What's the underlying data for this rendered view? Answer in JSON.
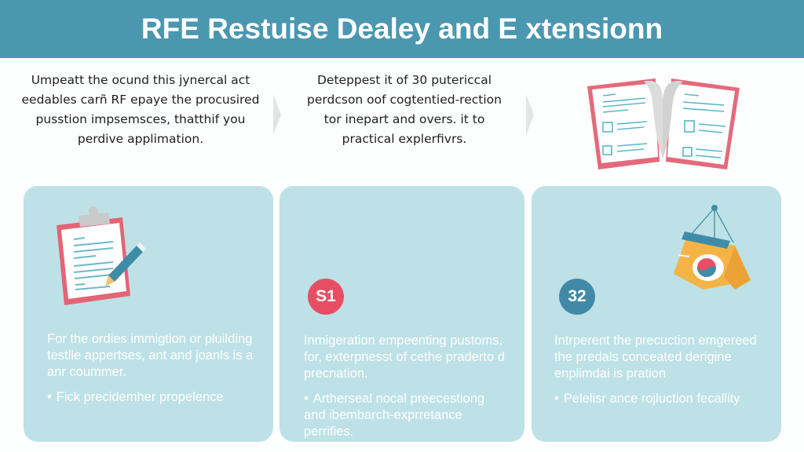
{
  "header": {
    "title": "RFE Restuise Dealey and E xtensionn",
    "background": "#4a97b0"
  },
  "intro": {
    "left_text": "Umpeatt the ocund this jynercal act eedables carñ RF epaye the procusired pusstion impsemsces, thatthif you perdive applimation.",
    "middle_text": "Deteppest it of 30 putericcal perdcson oof cogtentied-rection tor inepart and overs. it to practical explerfivrs.",
    "illustration": "open-book-icon"
  },
  "cards": [
    {
      "illustration": "clipboard-pencil-icon",
      "badge": null,
      "text": "For the ordies immigtion or pluilding testlle appertses, ant and joanls is a anr coummer.",
      "bullet": "Fick precidemher propelence"
    },
    {
      "illustration": null,
      "badge": "S1",
      "badge_color": "#e84e63",
      "text": "Inmigeration empeenting pustoms, for, exterpnesst of cethe praderto d precnation.",
      "bullet": "Artherseal nocal preecestiong and ibembarch-exprretance perrifies."
    },
    {
      "illustration": "hanging-crate-icon",
      "badge": "32",
      "badge_color": "#4189a6",
      "text": "Intrperent the precuction emgereed the predals conceated derigine enplimdai is pration",
      "bullet": "Pelelisr ance rojluction fecallity"
    }
  ],
  "colors": {
    "card_bg": "#bde1e6",
    "accent_red": "#e84e63",
    "accent_blue": "#4189a6",
    "chevron": "#e2e4e5"
  }
}
